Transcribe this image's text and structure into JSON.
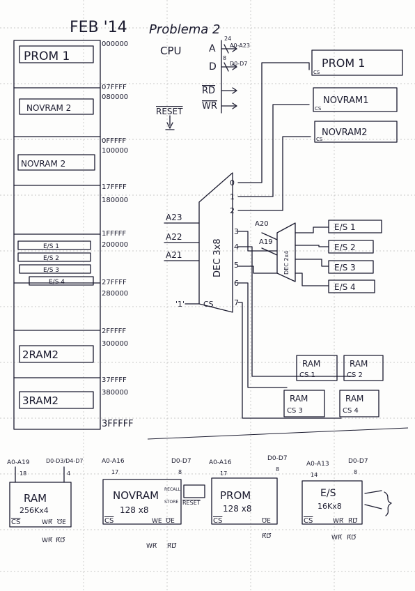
{
  "header": {
    "date": "FEB '14",
    "problem": "Problema 2",
    "superscript": "24"
  },
  "memory_map": {
    "blocks": [
      {
        "label": "PROM 1"
      },
      {
        "label": "NOVRAM 2"
      },
      {
        "label": "NOVRAM 2"
      },
      {
        "label": "E/S 1"
      },
      {
        "label": "E/S 2"
      },
      {
        "label": "E/S 3"
      },
      {
        "label": "E/S 4"
      },
      {
        "label": "2RAM2"
      },
      {
        "label": "3RAM2"
      }
    ],
    "addresses": [
      "000000",
      "07FFFF",
      "080000",
      "0FFFFF",
      "100000",
      "17FFFF",
      "180000",
      "1FFFFF",
      "200000",
      "27FFFF",
      "280000",
      "2FFFFF",
      "300000",
      "37FFFF",
      "380000",
      "3FFFFF"
    ]
  },
  "cpu": {
    "title": "CPU",
    "pins": [
      "A",
      "D",
      "RD",
      "WR",
      "RESET"
    ],
    "bus_A": "A0-A23",
    "bus_D": "D0-D7",
    "bus_A_width": "24",
    "bus_D_width": "8"
  },
  "right_chips": {
    "prom1": "PROM 1",
    "novram1": "NOVRAM1",
    "novram2": "NOVRAM2",
    "cs": "CS"
  },
  "decoder": {
    "label": "DEC 3x8",
    "inputs": [
      "A23",
      "A22",
      "A21"
    ],
    "enable_value": "'1'",
    "enable_pin": "CS",
    "outputs": [
      "0",
      "1",
      "2",
      "3",
      "4",
      "5",
      "6",
      "7"
    ]
  },
  "decoder2": {
    "label": "DEC 2x4",
    "inputs": [
      "A20",
      "A19"
    ],
    "outputs": [
      "E/S 1",
      "E/S 2",
      "E/S 3",
      "E/S 4"
    ]
  },
  "ram_chips": [
    {
      "name": "RAM",
      "cs": "CS 1"
    },
    {
      "name": "RAM",
      "cs": "CS 2"
    },
    {
      "name": "RAM",
      "cs": "CS 3"
    },
    {
      "name": "RAM",
      "cs": "CS 4"
    }
  ],
  "bottom_chips": [
    {
      "name": "RAM",
      "size": "256Kx4",
      "addr": "A0-A19",
      "addr_width": "18",
      "data": "D0-D3/D4-D7",
      "data_width": "4",
      "pins": [
        "CS",
        "WR",
        "OE"
      ],
      "under": [
        "WR",
        "RD"
      ]
    },
    {
      "name": "NOVRAM",
      "size": "128 x8",
      "addr": "A0-A16",
      "addr_width": "17",
      "data": "D0-D7",
      "data_width": "8",
      "pins": [
        "CS",
        "WE",
        "OE"
      ],
      "extra": [
        "RECALL",
        "STORE",
        "RESET"
      ],
      "under": [
        "WR",
        "RD"
      ]
    },
    {
      "name": "PROM",
      "size": "128 x8",
      "addr": "A0-A16",
      "addr_width": "17",
      "data": "D0-D7",
      "data_width": "8",
      "pins": [
        "CS",
        "OE"
      ],
      "under": [
        "RD"
      ]
    },
    {
      "name": "E/S",
      "size": "16Kx8",
      "addr": "A0-A13",
      "addr_width": "14",
      "data": "D0-D7",
      "data_width": "8",
      "pins": [
        "CS",
        "WR",
        "RD"
      ],
      "under": [
        "WR",
        "RD"
      ]
    }
  ]
}
